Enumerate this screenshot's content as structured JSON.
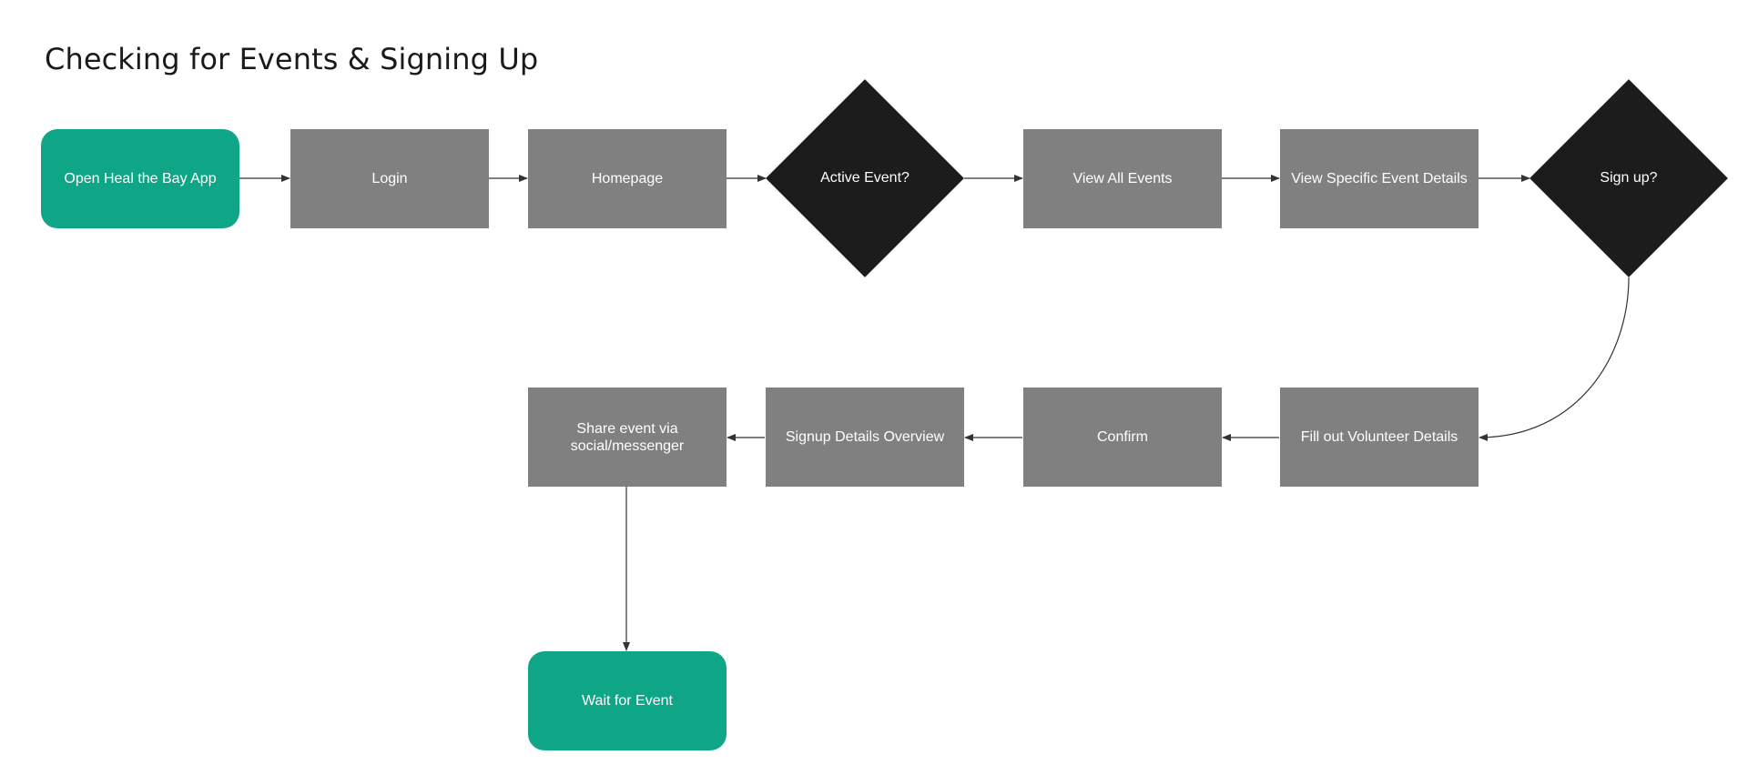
{
  "diagram": {
    "title": "Checking for Events & Signing Up",
    "colors": {
      "terminal": "#0fa688",
      "process": "#808080",
      "decision": "#1c1c1c",
      "connector": "#333333"
    },
    "nodes": {
      "open_app": {
        "label": "Open Heal the Bay App",
        "shape": "rounded-rectangle"
      },
      "login": {
        "label": "Login",
        "shape": "rectangle"
      },
      "homepage": {
        "label": "Homepage",
        "shape": "rectangle"
      },
      "active_event": {
        "label": "Active Event?",
        "shape": "diamond"
      },
      "view_all_events": {
        "label": "View All Events",
        "shape": "rectangle"
      },
      "view_specific_event": {
        "label": "View Specific Event Details",
        "shape": "rectangle"
      },
      "sign_up": {
        "label": "Sign up?",
        "shape": "diamond"
      },
      "fill_volunteer": {
        "label": "Fill out Volunteer Details",
        "shape": "rectangle"
      },
      "confirm": {
        "label": "Confirm",
        "shape": "rectangle"
      },
      "signup_overview": {
        "label": "Signup Details Overview",
        "shape": "rectangle"
      },
      "share_event": {
        "label": "Share event via\nsocial/messenger",
        "shape": "rectangle"
      },
      "wait_event": {
        "label": "Wait for Event",
        "shape": "rounded-rectangle"
      }
    },
    "edges": [
      {
        "from": "open_app",
        "to": "login"
      },
      {
        "from": "login",
        "to": "homepage"
      },
      {
        "from": "homepage",
        "to": "active_event"
      },
      {
        "from": "active_event",
        "to": "view_all_events"
      },
      {
        "from": "view_all_events",
        "to": "view_specific_event"
      },
      {
        "from": "view_specific_event",
        "to": "sign_up"
      },
      {
        "from": "sign_up",
        "to": "fill_volunteer"
      },
      {
        "from": "fill_volunteer",
        "to": "confirm"
      },
      {
        "from": "confirm",
        "to": "signup_overview"
      },
      {
        "from": "signup_overview",
        "to": "share_event"
      },
      {
        "from": "share_event",
        "to": "wait_event"
      }
    ]
  }
}
